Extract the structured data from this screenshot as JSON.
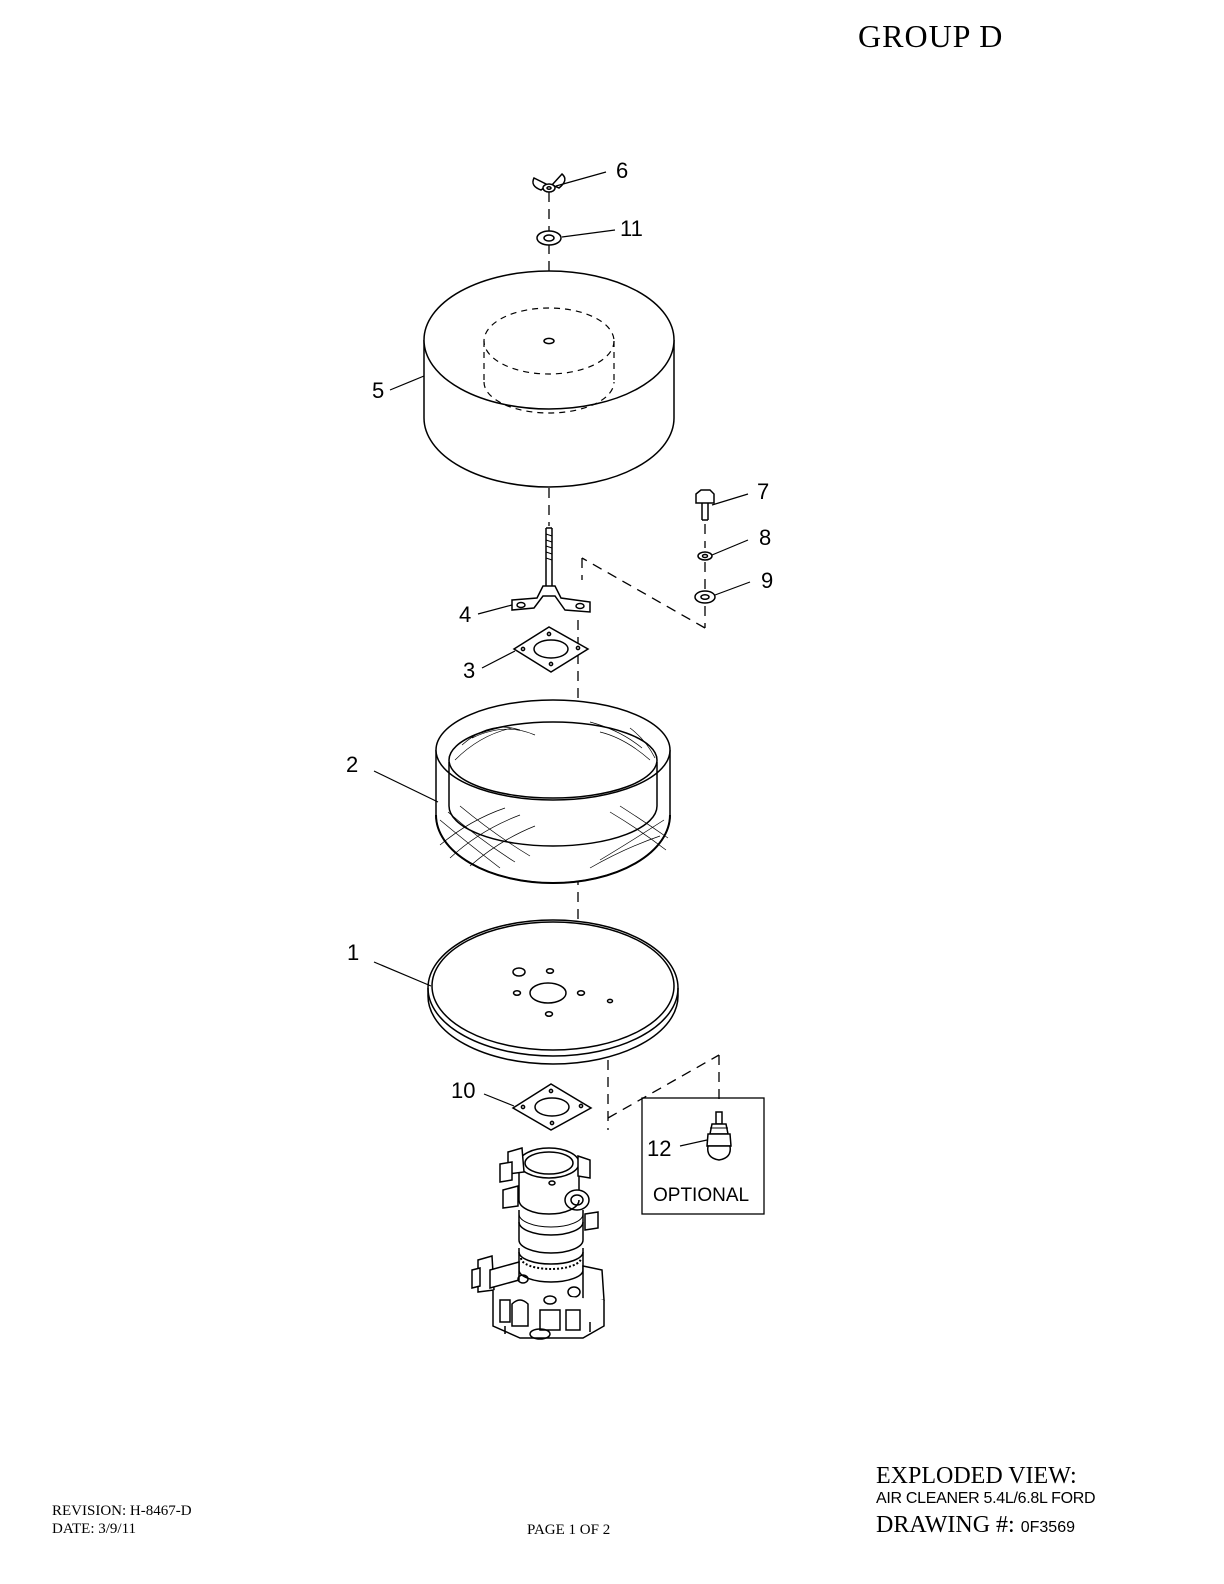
{
  "header": {
    "group": "GROUP  D"
  },
  "callouts": {
    "c1": "1",
    "c2": "2",
    "c3": "3",
    "c4": "4",
    "c5": "5",
    "c6": "6",
    "c7": "7",
    "c8": "8",
    "c9": "9",
    "c10": "10",
    "c11": "11",
    "c12": "12"
  },
  "optional_label": "OPTIONAL",
  "footer": {
    "revision": "REVISION:  H-8467-D",
    "date": "DATE:  3/9/11",
    "page": "PAGE 1 OF 2"
  },
  "title_block": {
    "heading": "EXPLODED VIEW:",
    "subtitle": "AIR CLEANER 5.4L/6.8L FORD",
    "drawing_label": "DRAWING #: ",
    "drawing_number": "0F3569"
  }
}
